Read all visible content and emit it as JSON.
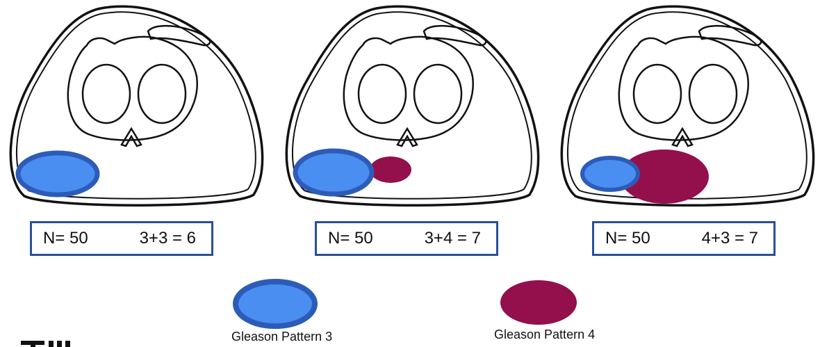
{
  "panels": [
    {
      "n_label": "N= 50",
      "score": "3+3 = 6"
    },
    {
      "n_label": "N= 50",
      "score": "3+4 = 7"
    },
    {
      "n_label": "N= 50",
      "score": "4+3 = 7"
    }
  ],
  "legend": {
    "pattern3": {
      "label": "Gleason Pattern 3",
      "fill": "#4a8ef2",
      "stroke": "#2d5cb8"
    },
    "pattern4": {
      "label": "Gleason Pattern 4",
      "fill": "#93104c"
    }
  }
}
